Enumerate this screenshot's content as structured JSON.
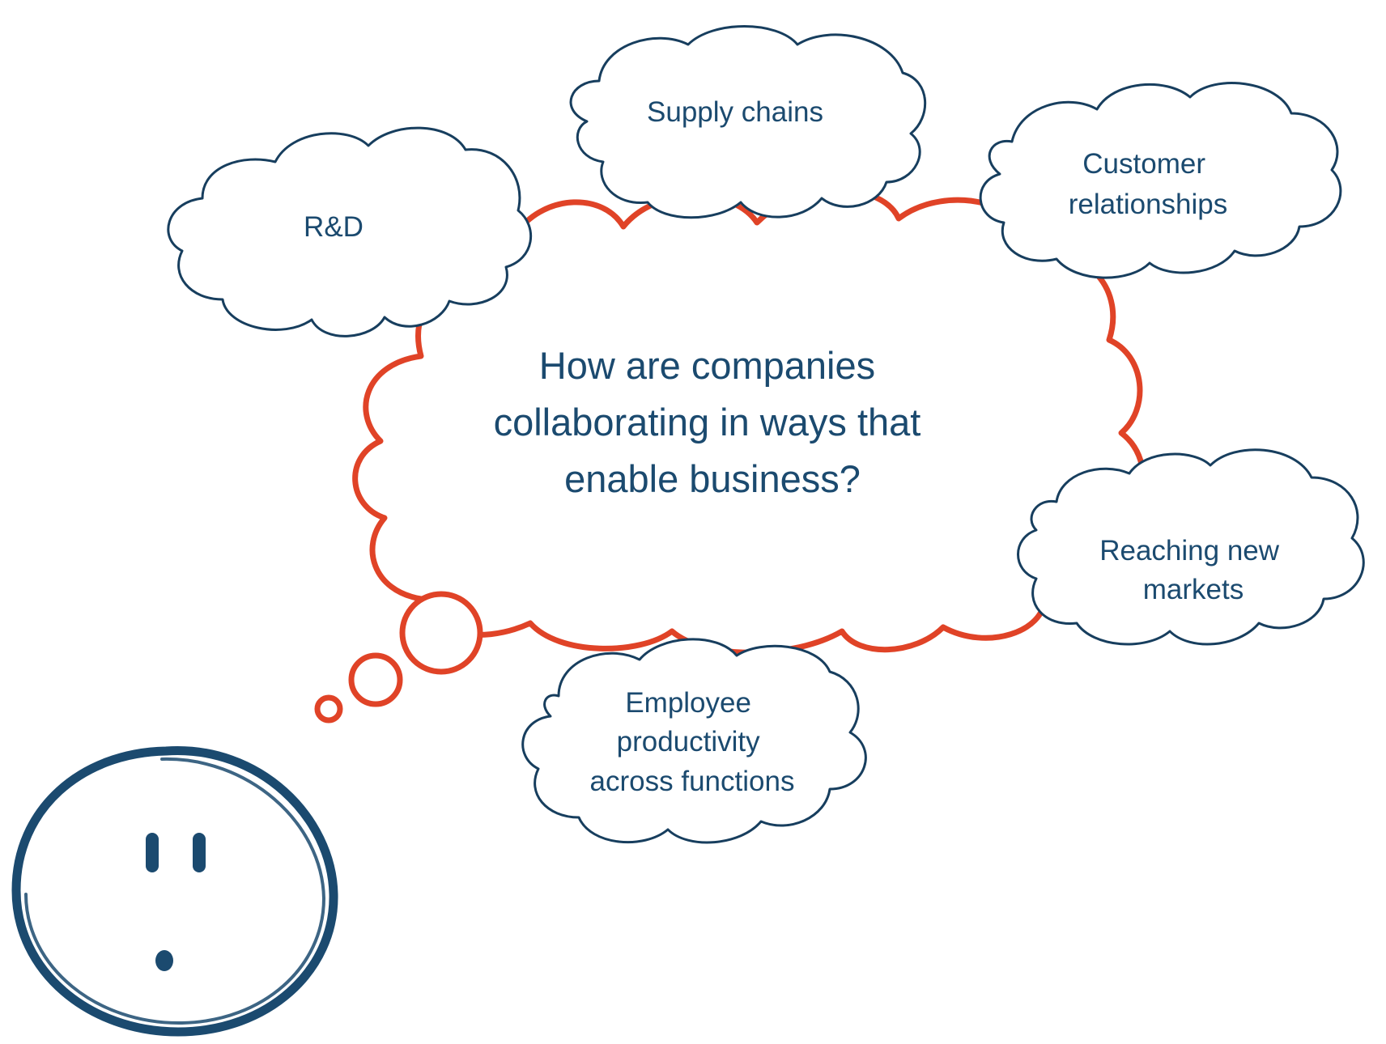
{
  "central_question": {
    "lines": [
      "How are companies",
      "collaborating in ways that",
      "enable business?"
    ]
  },
  "topics": [
    {
      "id": "rd",
      "lines": [
        "R&D"
      ]
    },
    {
      "id": "supply",
      "lines": [
        "Supply chains"
      ]
    },
    {
      "id": "customer",
      "lines": [
        "Customer",
        "relationships"
      ]
    },
    {
      "id": "markets",
      "lines": [
        "Reaching new",
        "markets"
      ]
    },
    {
      "id": "employee",
      "lines": [
        "Employee",
        "productivity",
        "across functions"
      ]
    }
  ],
  "colors": {
    "accent_red": "#e04327",
    "navy": "#1b4a6f"
  }
}
